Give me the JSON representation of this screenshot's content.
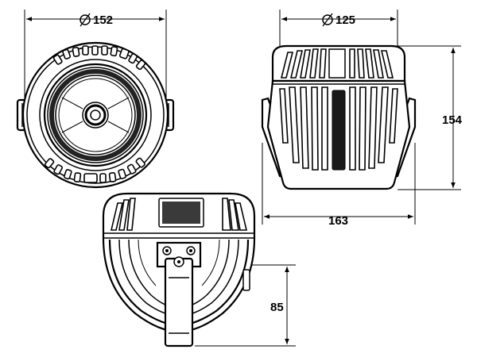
{
  "dimensions": {
    "front_diameter": "152",
    "side_diameter": "125",
    "side_height": "154",
    "side_width": "163",
    "bracket_height": "85"
  }
}
